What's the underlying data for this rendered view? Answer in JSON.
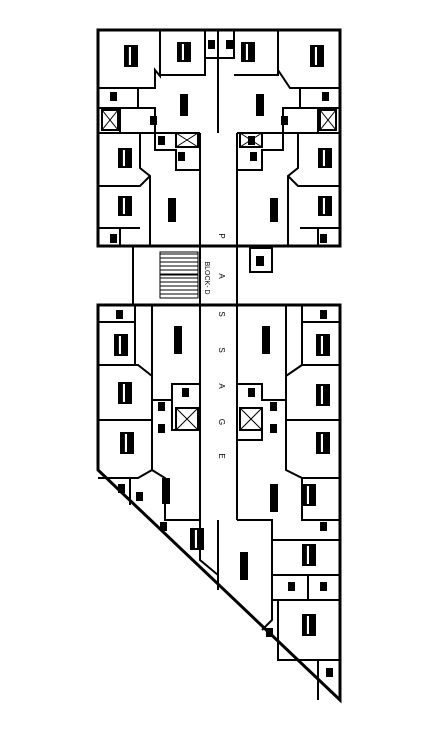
{
  "corridor": {
    "letters": [
      "P",
      "A",
      "S",
      "S",
      "A",
      "G",
      "E"
    ]
  },
  "block": {
    "label": "BLOCK- D"
  },
  "colors": {
    "line": "#000000",
    "background": "#ffffff"
  }
}
